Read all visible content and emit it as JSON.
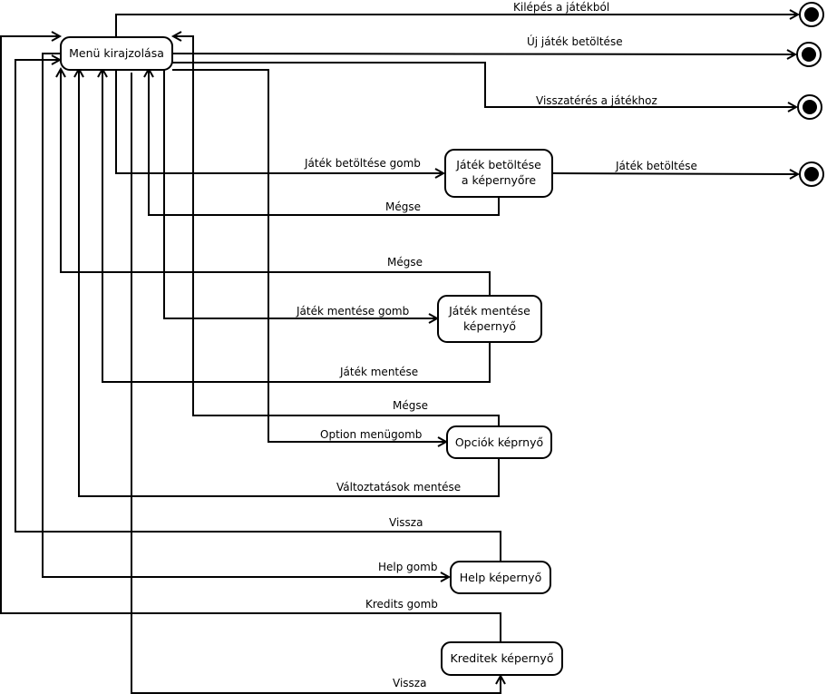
{
  "diagram": {
    "type": "UML state diagram",
    "states": {
      "menu": "Menü kirajzolása",
      "load_line1": "Játék betöltése",
      "load_line2": "a képernyőre",
      "save_line1": "Játék mentése",
      "save_line2": "képernyő",
      "options": "Opciók képrnyő",
      "help": "Help képernyő",
      "credits": "Kreditek képernyő"
    },
    "transitions": {
      "exit_game": "Kilépés a játékból",
      "new_game": "Új játék betöltése",
      "return_game": "Visszatérés a játékhoz",
      "load_button": "Játék betöltése gomb",
      "load_game": "Játék betöltése",
      "load_cancel": "Mégse",
      "save_cancel": "Mégse",
      "save_button": "Játék mentése gomb",
      "save_game": "Játék mentése",
      "options_cancel": "Mégse",
      "options_button": "Option menügomb",
      "options_save": "Változtatások mentése",
      "help_back": "Vissza",
      "help_button": "Help gomb",
      "credits_button": "Kredits gomb",
      "credits_back": "Vissza"
    }
  }
}
